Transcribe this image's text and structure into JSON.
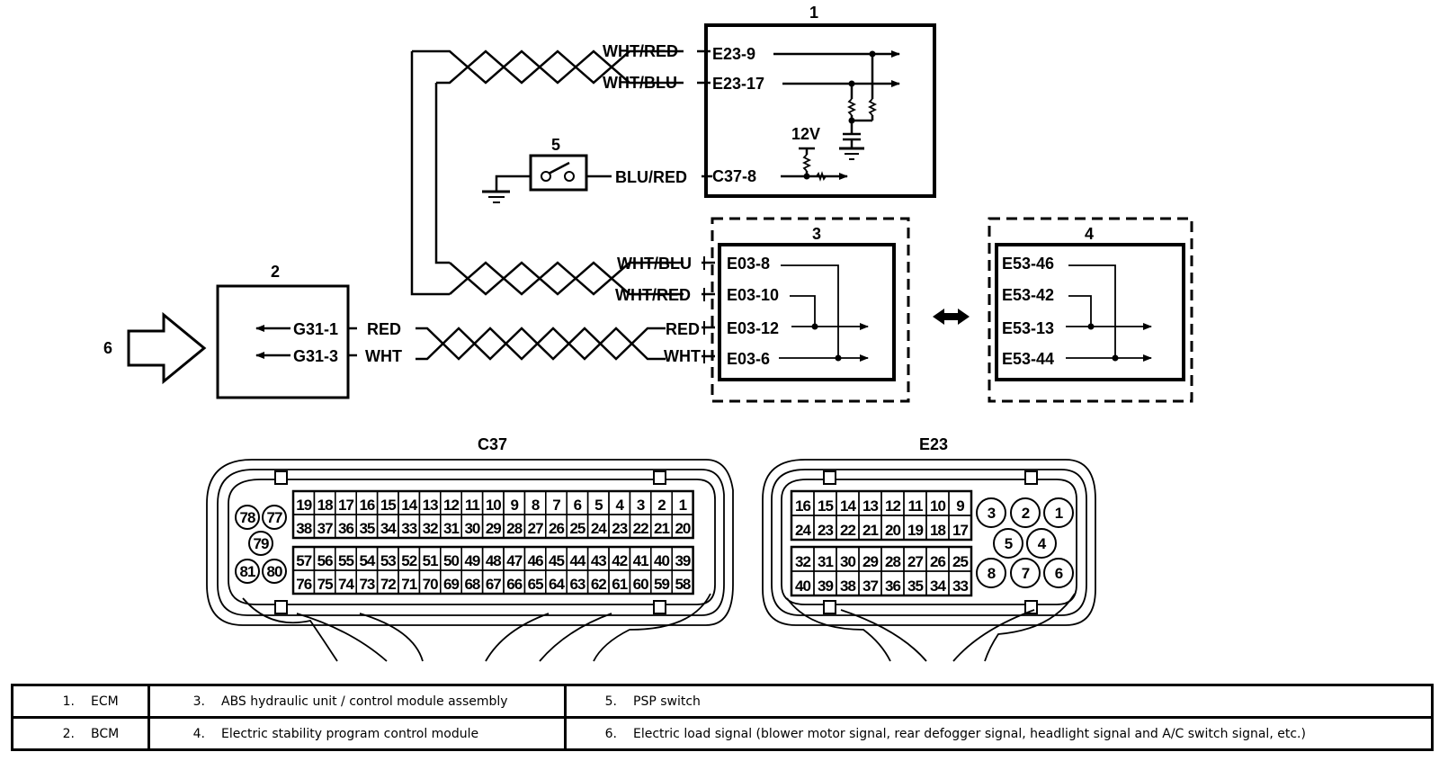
{
  "components": {
    "ecm": {
      "number": "1",
      "pins": [
        "E23-9",
        "E23-17",
        "C37-8"
      ],
      "supply": "12V"
    },
    "bcm": {
      "number": "2",
      "pins": [
        "G31-1",
        "G31-3"
      ]
    },
    "abs": {
      "number": "3",
      "pins": [
        "E03-8",
        "E03-10",
        "E03-12",
        "E03-6"
      ]
    },
    "esp": {
      "number": "4",
      "pins": [
        "E53-46",
        "E53-42",
        "E53-13",
        "E53-44"
      ]
    },
    "psp_switch": {
      "number": "5"
    },
    "load_signal": {
      "number": "6"
    }
  },
  "wires": {
    "ecm_top": "WHT/RED",
    "ecm_second": "WHT/BLU",
    "psp": "BLU/RED",
    "abs_top": "WHT/BLU",
    "abs_second": "WHT/RED",
    "abs_red": "RED",
    "abs_wht": "WHT",
    "bcm_red": "RED",
    "bcm_wht": "WHT"
  },
  "connectors": {
    "c37": {
      "title": "C37",
      "row1": [
        "19",
        "18",
        "17",
        "16",
        "15",
        "14",
        "13",
        "12",
        "11",
        "10",
        "9",
        "8",
        "7",
        "6",
        "5",
        "4",
        "3",
        "2",
        "1"
      ],
      "row2": [
        "38",
        "37",
        "36",
        "35",
        "34",
        "33",
        "32",
        "31",
        "30",
        "29",
        "28",
        "27",
        "26",
        "25",
        "24",
        "23",
        "22",
        "21",
        "20"
      ],
      "row3": [
        "57",
        "56",
        "55",
        "54",
        "53",
        "52",
        "51",
        "50",
        "49",
        "48",
        "47",
        "46",
        "45",
        "44",
        "43",
        "42",
        "41",
        "40",
        "39"
      ],
      "row4": [
        "76",
        "75",
        "74",
        "73",
        "72",
        "71",
        "70",
        "69",
        "68",
        "67",
        "66",
        "65",
        "64",
        "63",
        "62",
        "61",
        "60",
        "59",
        "58"
      ],
      "round": [
        "78",
        "77",
        "79",
        "81",
        "80"
      ]
    },
    "e23": {
      "title": "E23",
      "row1": [
        "16",
        "15",
        "14",
        "13",
        "12",
        "11",
        "10",
        "9"
      ],
      "row2": [
        "24",
        "23",
        "22",
        "21",
        "20",
        "19",
        "18",
        "17"
      ],
      "row3": [
        "32",
        "31",
        "30",
        "29",
        "28",
        "27",
        "26",
        "25"
      ],
      "row4": [
        "40",
        "39",
        "38",
        "37",
        "36",
        "35",
        "34",
        "33"
      ],
      "round": [
        "3",
        "2",
        "1",
        "5",
        "4",
        "8",
        "7",
        "6"
      ]
    }
  },
  "legend": [
    [
      {
        "num": "1.",
        "text": "ECM"
      },
      {
        "num": "3.",
        "text": "ABS hydraulic unit / control module assembly"
      },
      {
        "num": "5.",
        "text": "PSP switch"
      }
    ],
    [
      {
        "num": "2.",
        "text": "BCM"
      },
      {
        "num": "4.",
        "text": "Electric stability program control module"
      },
      {
        "num": "6.",
        "text": "Electric load signal (blower motor signal, rear defogger signal, headlight signal and A/C switch signal, etc.)"
      }
    ]
  ]
}
